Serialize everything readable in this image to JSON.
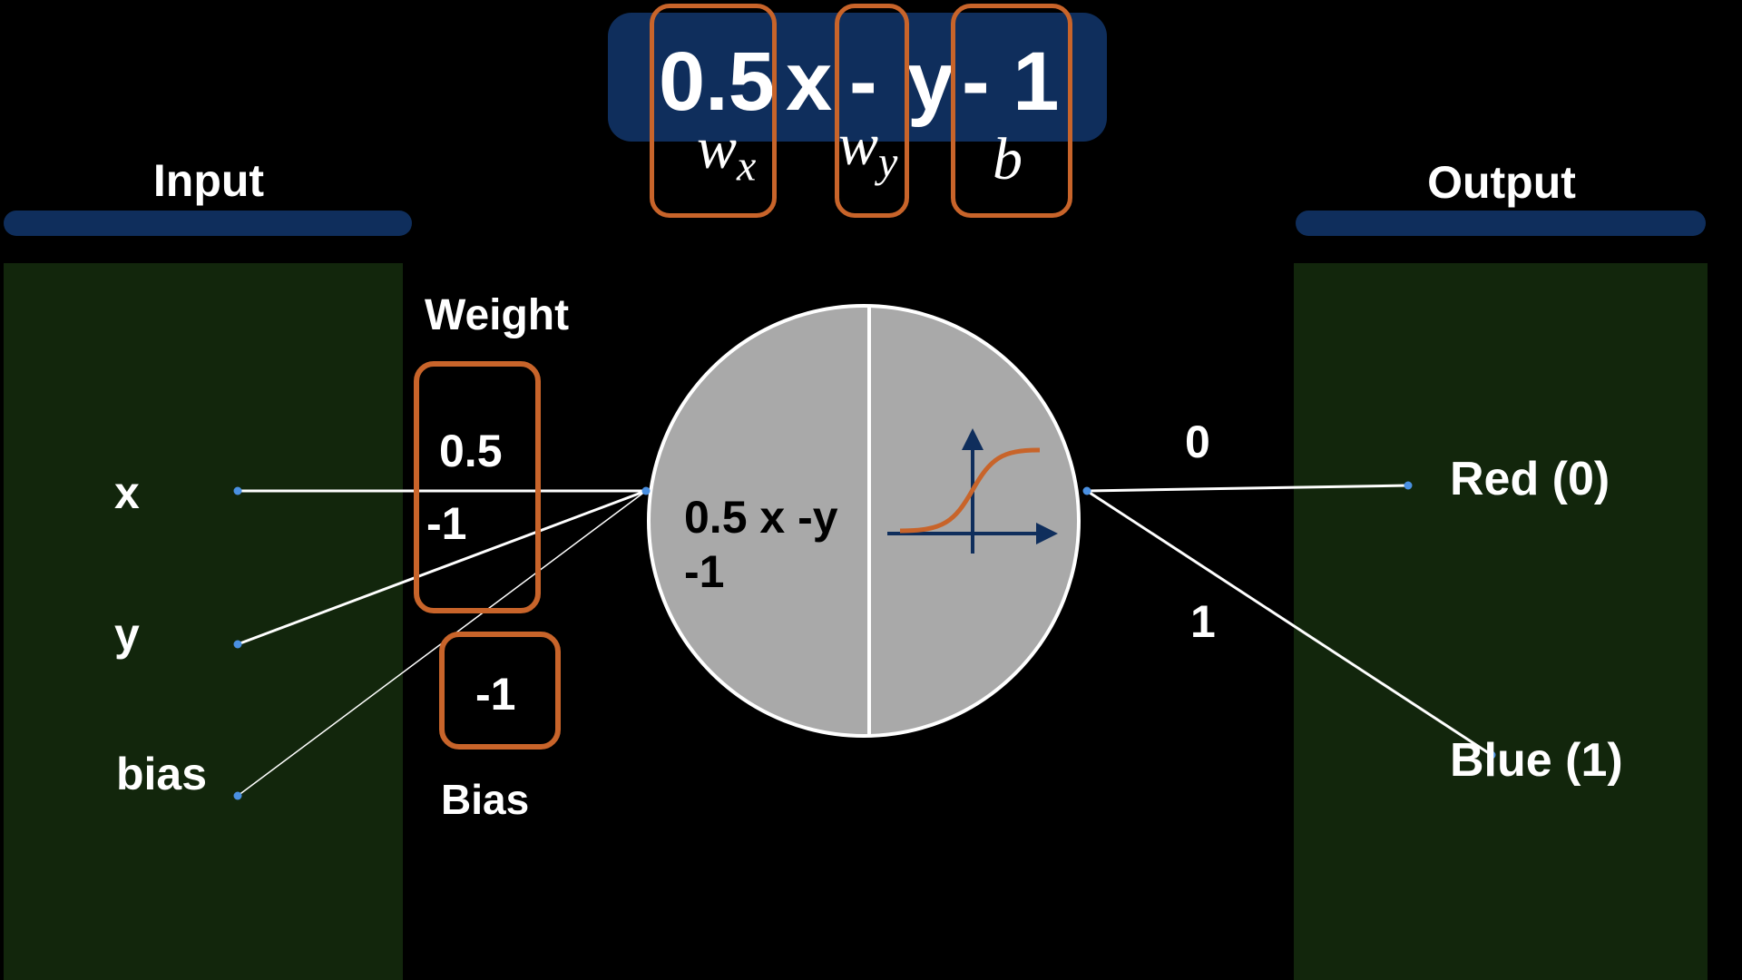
{
  "colors": {
    "background": "#000000",
    "panel_green": "#12260c",
    "header_bar_blue": "#0f2e5c",
    "highlight_orange": "#c8642a",
    "neuron_gray": "#a9a9a9",
    "axis_blue": "#0f2e5c",
    "sigmoid_orange": "#c8642a",
    "node_dot_blue": "#4a90e2"
  },
  "equation": {
    "weight_x": "0.5",
    "var_x": "x",
    "minus_1": "-",
    "var_y": "y",
    "minus_bias": "- 1",
    "symbol_wx": "w",
    "symbol_wx_sub": "x",
    "symbol_wy": "w",
    "symbol_wy_sub": "y",
    "symbol_b": "b"
  },
  "input_panel": {
    "header": "Input",
    "inputs": [
      "x",
      "y",
      "bias"
    ]
  },
  "weights": {
    "title": "Weight",
    "values": [
      "0.5",
      "-1"
    ]
  },
  "bias": {
    "value": "-1",
    "title": "Bias"
  },
  "neuron": {
    "formula_line1": "0.5 x -y",
    "formula_line2": "-1",
    "activation_icon": "sigmoid-curve-icon"
  },
  "output_values": [
    "0",
    "1"
  ],
  "output_panel": {
    "header": "Output",
    "labels": [
      "Red (0)",
      "Blue (1)"
    ]
  }
}
